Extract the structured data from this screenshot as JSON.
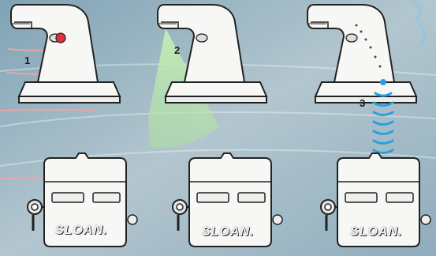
{
  "steps": [
    {
      "number": "1"
    },
    {
      "number": "2"
    },
    {
      "number": "3"
    }
  ],
  "brand": {
    "logo_text": "SLOAN.",
    "logo_count": 3
  },
  "colors": {
    "background": "#9db6c4",
    "faucet_white": "#f7f7f5",
    "outline": "#222222",
    "sensor_red": "#e0303a",
    "detection_green": "#b8e6a8",
    "signal_blue": "#2a9fe0",
    "infrared_pink": "#f4a3a3"
  },
  "icons": [
    "faucet-icon",
    "sensor-icon",
    "control-box-icon",
    "signal-wave-icon",
    "infrared-beam-icon"
  ]
}
